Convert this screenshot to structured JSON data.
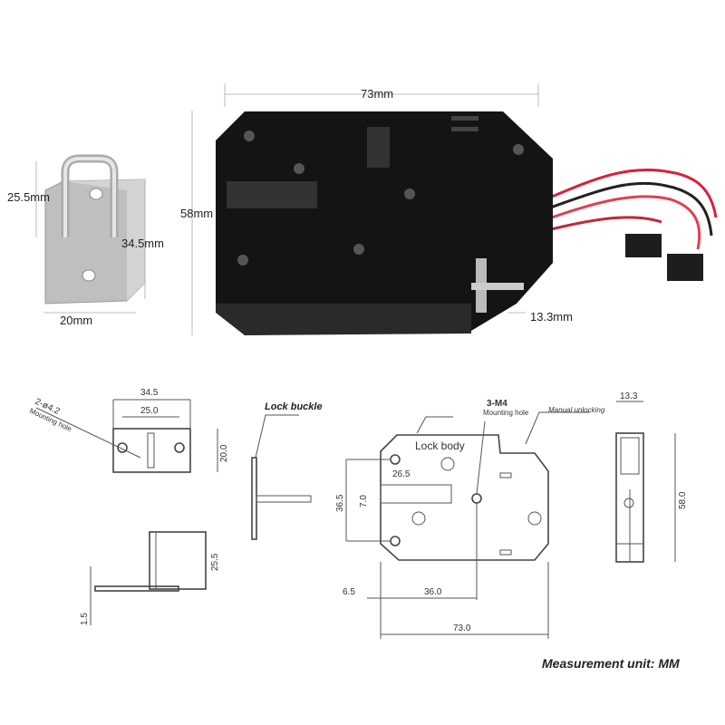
{
  "photo": {
    "bracket_height": "25.5mm",
    "bracket_depth": "34.5mm",
    "bracket_width": "20mm",
    "lock_width": "73mm",
    "lock_height": "58mm",
    "lock_thickness": "13.3mm"
  },
  "drawing": {
    "buckle_top": {
      "outer_width": "34.5",
      "hole_spacing": "25.0",
      "hole_note": "2-ø4.2",
      "hole_label": "Mounting hole",
      "height": "20.0"
    },
    "buckle_title": "Lock buckle",
    "buckle_side": {
      "height": "25.5",
      "thickness": "1.5"
    },
    "lock_front": {
      "screw_note": "3-M4",
      "screw_label": "Mounting hole",
      "manual_label": "Manual unlocking",
      "body_label": "Lock body",
      "latch_len": "26.5",
      "hole_vertical": "36.5",
      "latch_h": "7.0",
      "offset": "6.5",
      "hole_horizontal": "36.0",
      "width": "73.0"
    },
    "lock_side": {
      "thickness": "13.3",
      "height": "58.0"
    }
  },
  "footer": {
    "unit_note": "Measurement unit: MM"
  },
  "colors": {
    "lock_body": "#141414",
    "wire_red": "#d8203a",
    "steel": "#c9c9c9"
  }
}
